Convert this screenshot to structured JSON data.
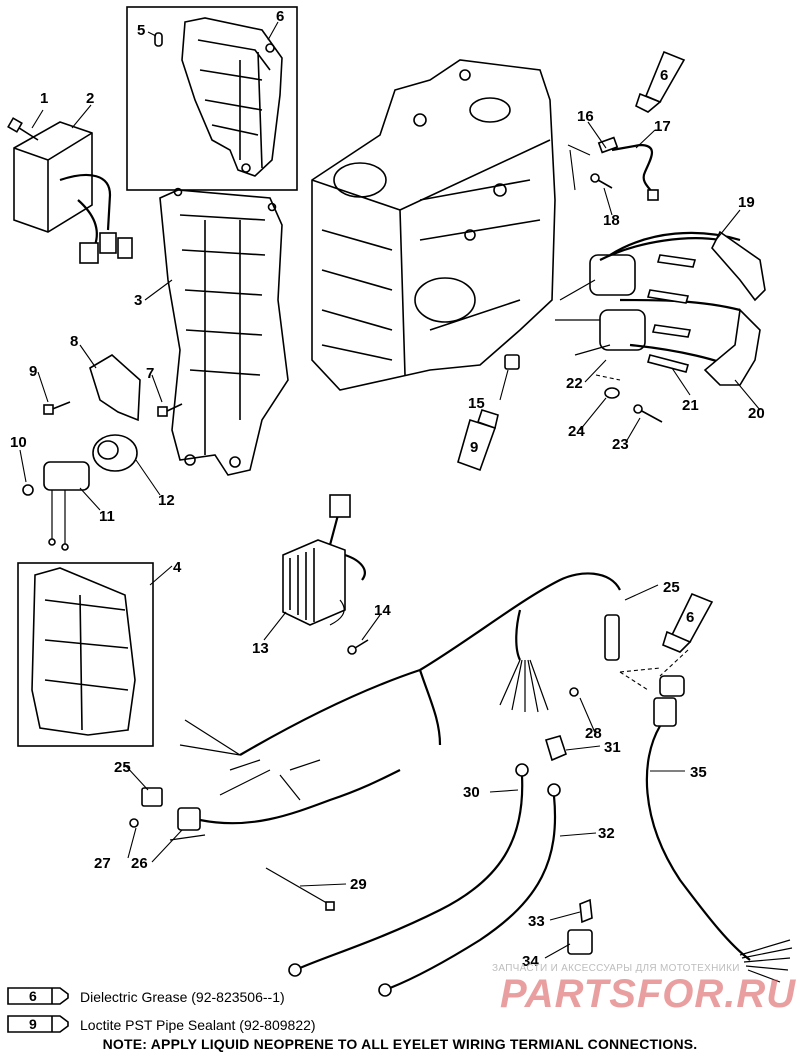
{
  "callouts": {
    "c1": "1",
    "c2": "2",
    "c3": "3",
    "c4": "4",
    "c5": "5",
    "c6": "6",
    "c7": "7",
    "c8": "8",
    "c9": "9",
    "c10": "10",
    "c11": "11",
    "c12": "12",
    "c13": "13",
    "c14": "14",
    "c15": "15",
    "c16": "16",
    "c17": "17",
    "c18": "18",
    "c19": "19",
    "c20": "20",
    "c21": "21",
    "c22": "22",
    "c23": "23",
    "c24": "24",
    "c25a": "25",
    "c25b": "25",
    "c26": "26",
    "c27": "27",
    "c28": "28",
    "c29": "29",
    "c30": "30",
    "c31": "31",
    "c32": "32",
    "c33": "33",
    "c34": "34",
    "c35": "35"
  },
  "tube_labels": {
    "t6a": "6",
    "t6b": "6",
    "t9": "9"
  },
  "legend": {
    "grease_num": "6",
    "grease_text": "Dielectric Grease (92-823506--1)",
    "sealant_num": "9",
    "sealant_text": "Loctite PST Pipe Sealant (92-809822)"
  },
  "note": "NOTE:  APPLY LIQUID NEOPRENE TO ALL EYELET WIRING TERMIANL CONNECTIONS.",
  "watermark": {
    "line1": "ЗАПЧАСТИ И АКСЕССУАРЫ ДЛЯ МОТОТЕХНИКИ",
    "line2": "PARTSFOR.RU"
  }
}
